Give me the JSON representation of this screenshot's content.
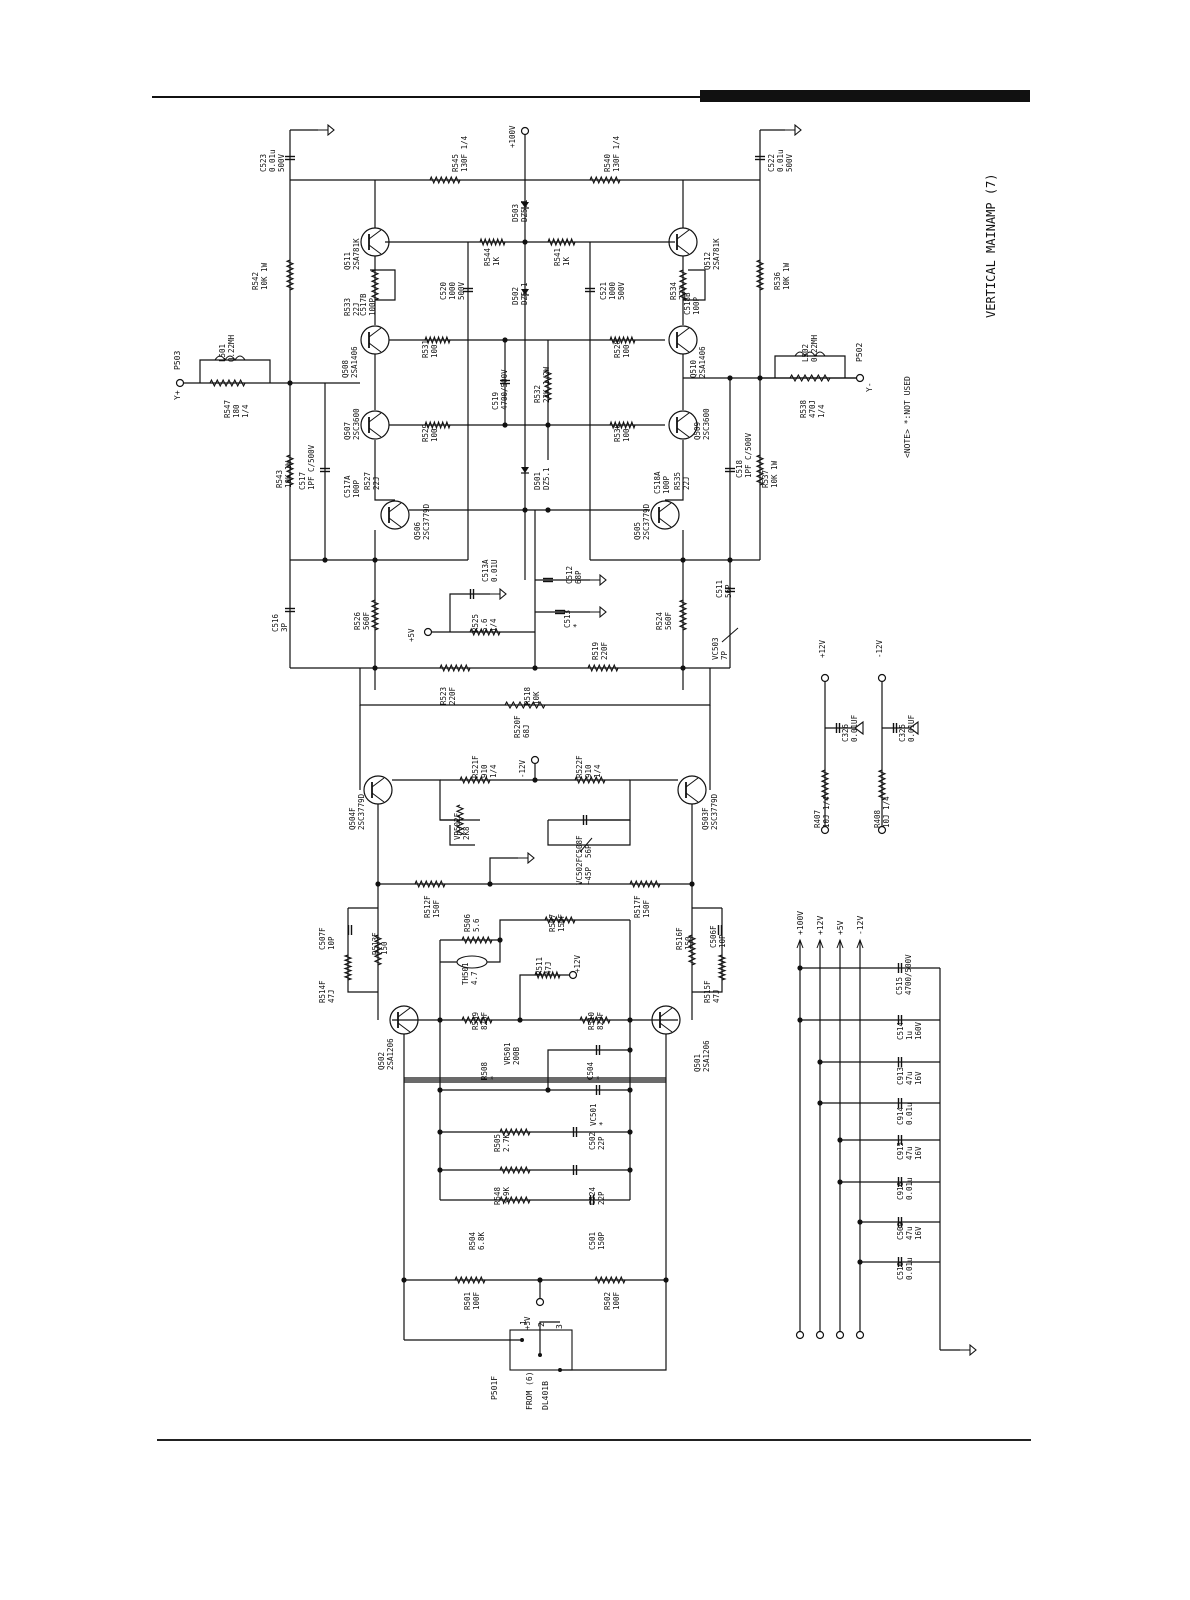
{
  "title": "VERTICAL  MAINAMP (7)",
  "note": "<NOTE> *:NOT USED",
  "connector": {
    "ref": "P501F",
    "from": "FROM (6)",
    "board": "DL401B",
    "pins": [
      "1",
      "2",
      "3"
    ]
  },
  "outputs": [
    {
      "ref": "P503",
      "label": "Y+"
    },
    {
      "ref": "P502",
      "label": "Y-"
    }
  ],
  "rails": [
    {
      "label": "+100V"
    },
    {
      "label": "+12V"
    },
    {
      "label": "+5V"
    },
    {
      "label": "-12V"
    }
  ],
  "components": [
    {
      "ref": "C523",
      "value": "0.01u",
      "extra": "500V"
    },
    {
      "ref": "R545",
      "value": "130F 1/4"
    },
    {
      "ref": "R540",
      "value": "130F 1/4"
    },
    {
      "ref": "C522",
      "value": "0.01u",
      "extra": "500V"
    },
    {
      "ref": "+100V",
      "value": ""
    },
    {
      "ref": "D503",
      "value": "DZ5.1"
    },
    {
      "ref": "Q511",
      "value": "2SA781K"
    },
    {
      "ref": "Q512",
      "value": "2SA781K"
    },
    {
      "ref": "R544",
      "value": "1K"
    },
    {
      "ref": "R541",
      "value": "1K"
    },
    {
      "ref": "R542",
      "value": "10K 1W"
    },
    {
      "ref": "R536",
      "value": "10K 1W"
    },
    {
      "ref": "R533",
      "value": "22J"
    },
    {
      "ref": "C517B",
      "value": "100P"
    },
    {
      "ref": "C520",
      "value": "1000",
      "extra": "500V"
    },
    {
      "ref": "D502",
      "value": "DZ5.1"
    },
    {
      "ref": "C521",
      "value": "1000",
      "extra": "500V"
    },
    {
      "ref": "R534",
      "value": "22J"
    },
    {
      "ref": "C518B",
      "value": "100P"
    },
    {
      "ref": "L501",
      "value": "0.22MH"
    },
    {
      "ref": "L502",
      "value": "0.22MH"
    },
    {
      "ref": "Q508",
      "value": "2SA1406"
    },
    {
      "ref": "R531",
      "value": "100"
    },
    {
      "ref": "R528",
      "value": "100"
    },
    {
      "ref": "Q510",
      "value": "2SA1406"
    },
    {
      "ref": "R547",
      "value": "180",
      "extra": "1/4"
    },
    {
      "ref": "C519",
      "value": "4700/500V"
    },
    {
      "ref": "R532",
      "value": "22K 1/2W"
    },
    {
      "ref": "R538",
      "value": "470J",
      "extra": "1/4"
    },
    {
      "ref": "Q507",
      "value": "2SC3600"
    },
    {
      "ref": "R529",
      "value": "100"
    },
    {
      "ref": "R530",
      "value": "100"
    },
    {
      "ref": "Q509",
      "value": "2SC3600"
    },
    {
      "ref": "R543",
      "value": "10K 1W"
    },
    {
      "ref": "C517",
      "value": "1PF C/500V"
    },
    {
      "ref": "C517A",
      "value": "100P"
    },
    {
      "ref": "R527",
      "value": "22J"
    },
    {
      "ref": "D501",
      "value": "DZ5.1"
    },
    {
      "ref": "C518A",
      "value": "100P"
    },
    {
      "ref": "R535",
      "value": "22J"
    },
    {
      "ref": "C518",
      "value": "1PF C/500V"
    },
    {
      "ref": "R537",
      "value": "10K 1W"
    },
    {
      "ref": "Q506",
      "value": "2SC3779D"
    },
    {
      "ref": "Q505",
      "value": "2SC3779D"
    },
    {
      "ref": "C513A",
      "value": "0.01U"
    },
    {
      "ref": "C512",
      "value": "68P"
    },
    {
      "ref": "C516",
      "value": "3P"
    },
    {
      "ref": "R526",
      "value": "560F"
    },
    {
      "ref": "+5V",
      "value": ""
    },
    {
      "ref": "R525",
      "value": "5.6",
      "extra": "1/4"
    },
    {
      "ref": "C513",
      "value": "*"
    },
    {
      "ref": "R524",
      "value": "560F"
    },
    {
      "ref": "C511",
      "value": "56P"
    },
    {
      "ref": "R519",
      "value": "220F"
    },
    {
      "ref": "VC503",
      "value": "7P"
    },
    {
      "ref": "R523",
      "value": "220F"
    },
    {
      "ref": "R518",
      "value": "10K"
    },
    {
      "ref": "R520F",
      "value": "68J"
    },
    {
      "ref": "R521F",
      "value": "910",
      "extra": "1/4"
    },
    {
      "ref": "-12V",
      "value": ""
    },
    {
      "ref": "R522F",
      "value": "910",
      "extra": "1/4"
    },
    {
      "ref": "Q504F",
      "value": "2SC3779D"
    },
    {
      "ref": "VR502F",
      "value": "2K8"
    },
    {
      "ref": "C508F",
      "value": "56P"
    },
    {
      "ref": "Q503F",
      "value": "2SC3779D"
    },
    {
      "ref": "VC502F",
      "value": "~45P"
    },
    {
      "ref": "C507F",
      "value": "10P"
    },
    {
      "ref": "R512F",
      "value": "150F"
    },
    {
      "ref": "R517F",
      "value": "150F"
    },
    {
      "ref": "R506",
      "value": "5.6"
    },
    {
      "ref": "R507",
      "value": "150F"
    },
    {
      "ref": "C506F",
      "value": "10P"
    },
    {
      "ref": "R514F",
      "value": "47J"
    },
    {
      "ref": "R513F",
      "value": "150"
    },
    {
      "ref": "TH501",
      "value": "4.7"
    },
    {
      "ref": "R511",
      "value": "47J"
    },
    {
      "ref": "+12V",
      "value": ""
    },
    {
      "ref": "R516F",
      "value": "150"
    },
    {
      "ref": "R515F",
      "value": "47J"
    },
    {
      "ref": "R509",
      "value": "820F"
    },
    {
      "ref": "R510",
      "value": "820F"
    },
    {
      "ref": "VR501",
      "value": "200B"
    },
    {
      "ref": "Q502",
      "value": "2SA1206"
    },
    {
      "ref": "Q501",
      "value": "2SA1206"
    },
    {
      "ref": "R508",
      "value": "*"
    },
    {
      "ref": "C504",
      "value": "*"
    },
    {
      "ref": "VC501",
      "value": "*"
    },
    {
      "ref": "R505",
      "value": "2.7K"
    },
    {
      "ref": "C502",
      "value": "22P"
    },
    {
      "ref": "R548",
      "value": "3.9K"
    },
    {
      "ref": "C524",
      "value": "22P"
    },
    {
      "ref": "R504",
      "value": "6.8K"
    },
    {
      "ref": "C501",
      "value": "150P"
    },
    {
      "ref": "R501",
      "value": "100F"
    },
    {
      "ref": "+5V",
      "value": ""
    },
    {
      "ref": "R502",
      "value": "100F"
    },
    {
      "ref": "+12V",
      "value": ""
    },
    {
      "ref": "C326",
      "value": "0.01UF"
    },
    {
      "ref": "-12V",
      "value": ""
    },
    {
      "ref": "C325",
      "value": "0.01UF"
    },
    {
      "ref": "R407",
      "value": "10J 1/4"
    },
    {
      "ref": "R408",
      "value": "10J 1/4"
    },
    {
      "ref": "C515",
      "value": "4700/500V"
    },
    {
      "ref": "C514",
      "value": "1u",
      "extra": "160V"
    },
    {
      "ref": "C913",
      "value": "47u",
      "extra": "16V"
    },
    {
      "ref": "C914",
      "value": "0.01u"
    },
    {
      "ref": "C915",
      "value": "47u",
      "extra": "16V"
    },
    {
      "ref": "C916",
      "value": "0.01u"
    },
    {
      "ref": "C509",
      "value": "47u",
      "extra": "16V"
    },
    {
      "ref": "C510",
      "value": "0.01u"
    }
  ]
}
